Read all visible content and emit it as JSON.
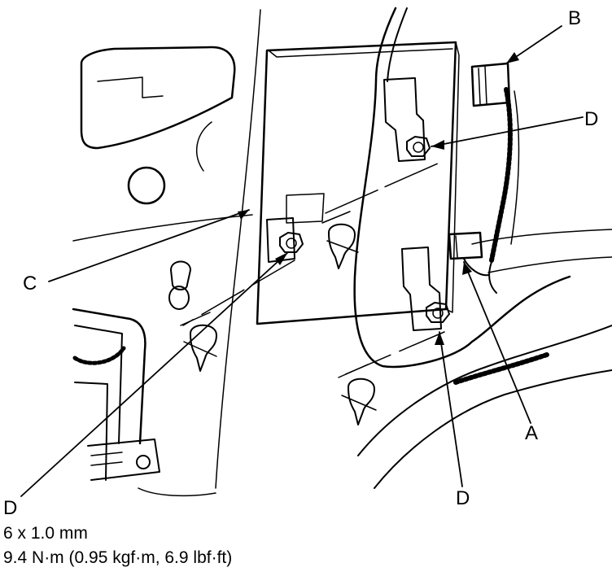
{
  "callouts": {
    "a": "A",
    "b": "B",
    "c": "C",
    "d_top": "D",
    "d_left": "D",
    "d_bottom": "D"
  },
  "spec": {
    "bolt_size": "6 x 1.0 mm",
    "torque": "9.4 N·m (0.95 kgf·m, 6.9 lbf·ft)"
  },
  "colors": {
    "line": "#000000",
    "background": "#ffffff"
  }
}
